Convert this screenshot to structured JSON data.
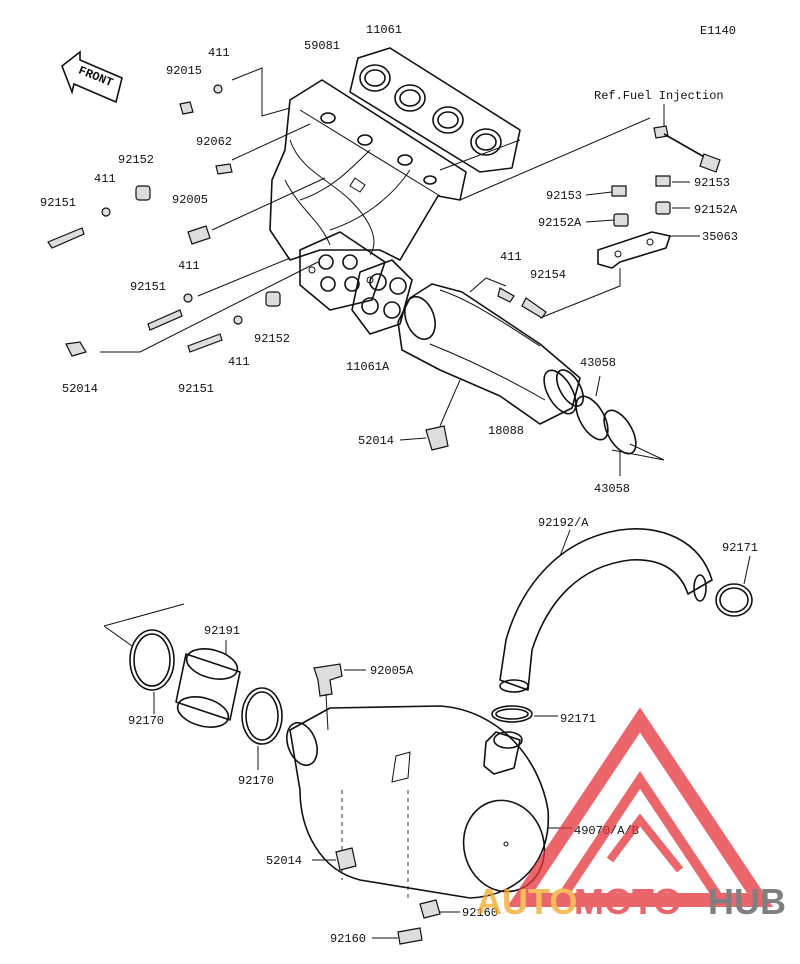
{
  "diagram_code": "E1140",
  "front_label": "FRONT",
  "reference_note": "Ref.Fuel Injection",
  "watermark": {
    "brand_part1": "AUTO",
    "brand_part2": "MOTO",
    "brand_part3": "HUB",
    "color_red": "#e5343a",
    "color_orange": "#f5a623",
    "color_gray": "#555555"
  },
  "labels": {
    "l11061": "11061",
    "l59081": "59081",
    "l411_a": "411",
    "l92015": "92015",
    "l92062": "92062",
    "l92152_a": "92152",
    "l411_b": "411",
    "l92151_a": "92151",
    "l92005": "92005",
    "l411_c": "411",
    "l92151_b": "92151",
    "l92152_b": "92152",
    "l411_d": "411",
    "l52014_a": "52014",
    "l92151_c": "92151",
    "l11061A": "11061A",
    "l92153_a": "92153",
    "l92153_b": "92153",
    "l92152A_a": "92152A",
    "l92152A_b": "92152A",
    "l35063": "35063",
    "l411_e": "411",
    "l92154": "92154",
    "l43058_a": "43058",
    "l43058_b": "43058",
    "l18088": "18088",
    "l52014_b": "52014",
    "l92192A": "92192/A",
    "l92171_a": "92171",
    "l92191": "92191",
    "l92170_a": "92170",
    "l92005A": "92005A",
    "l92171_b": "92171",
    "l92170_b": "92170",
    "l49070": "49070/A/B",
    "l52014_c": "52014",
    "l92160_a": "92160",
    "l92160_b": "92160"
  }
}
